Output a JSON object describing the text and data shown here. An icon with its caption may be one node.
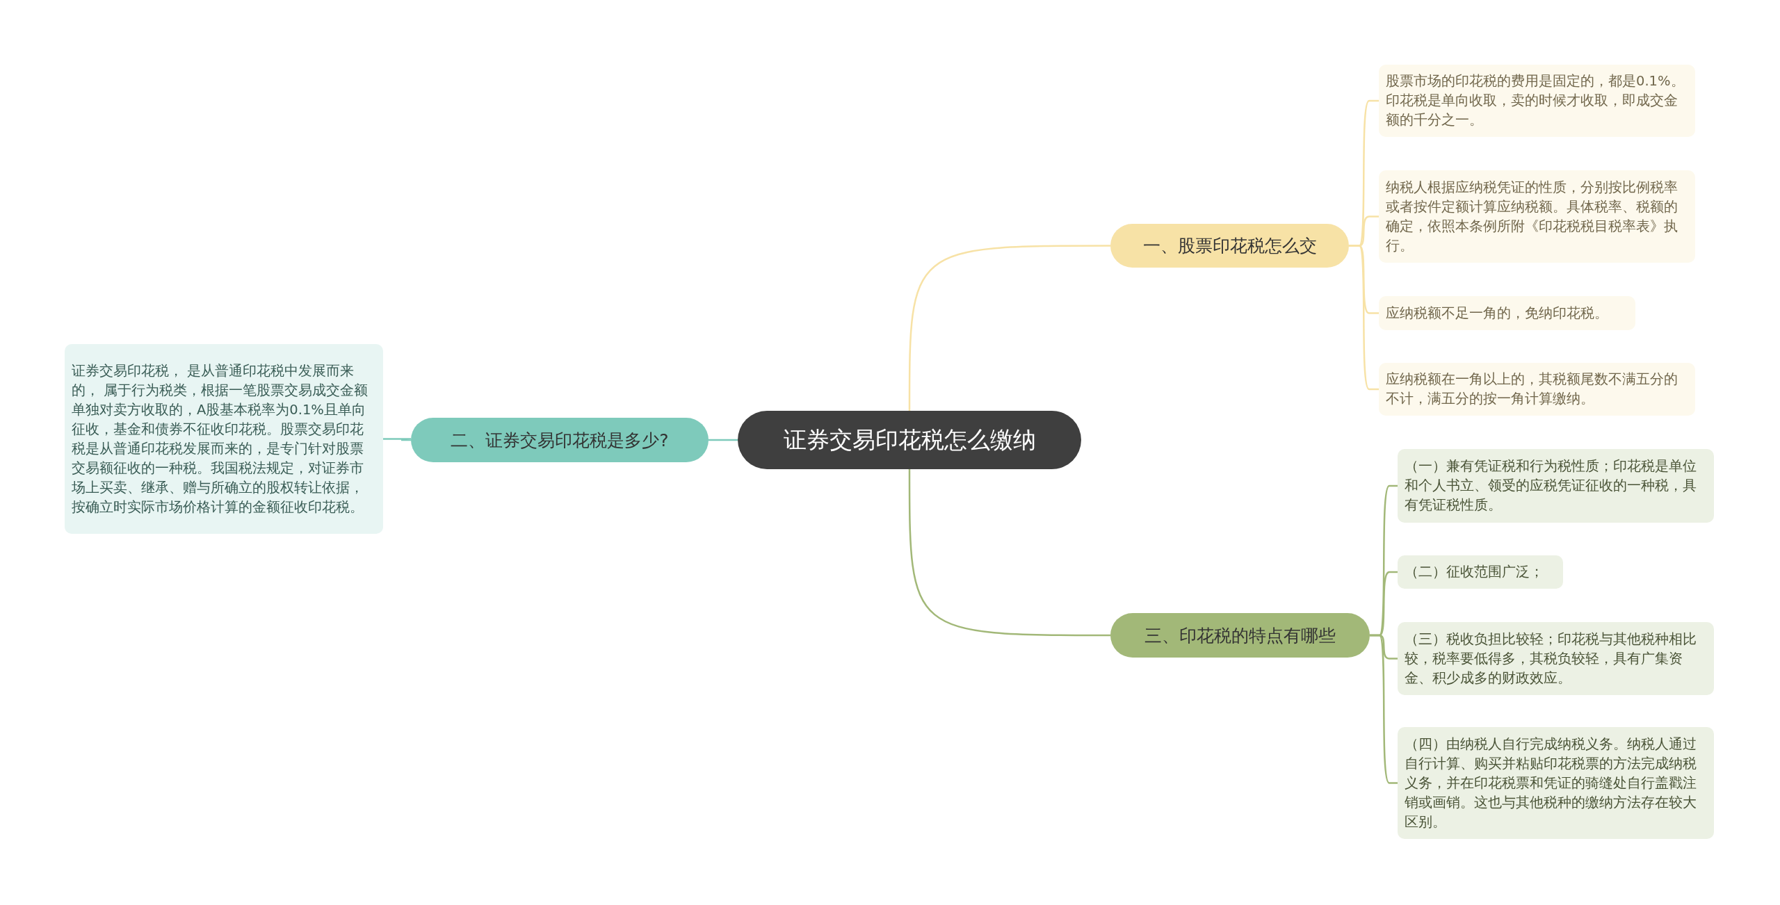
{
  "diagram": {
    "nodes": [
      {
        "text": [
          "证券交易印花税怎么缴纳"
        ]
      },
      {
        "text": [
          "一、股票印花税怎么交"
        ]
      },
      {
        "text": [
          "股票市场的印花税的费用是固定的，都是0.1%。印花税是单向收取，卖的时候才收取，即成交金额的千分之一。"
        ]
      },
      {
        "text": [
          "纳税人根据应纳税凭证的性质，分别按比例税率或者按件定额计算应纳税额。具体税率、税额的确定，依照本条例所附《印花税税目税率表》执行。"
        ]
      },
      {
        "text": [
          "应纳税额不足一角的，免纳印花税。"
        ]
      },
      {
        "text": [
          "应纳税额在一角以上的，其税额尾数不满五分的不计，满五分的按一角计算缴纳。"
        ]
      },
      {
        "text": [
          "二、证券交易印花税是多少?"
        ]
      },
      {
        "text": [
          "证券交易印花税， 是从普通印花税中发展而来的， 属于行为税类，根据一笔股票交易成交金额单独对卖方收取的，A股基本税率为0.1%且单向征收，基金和债券不征收印花税。股票交易印花税是从普通印花税发展而来的，是专门针对股票交易额征收的一种税。我国税法规定，对证券市场上买卖、继承、赠与所确立的股权转让依据，按确立时实际市场价格计算的金额征收印花税。"
        ]
      },
      {
        "text": [
          "三、印花税的特点有哪些"
        ]
      },
      {
        "text": [
          "（一）兼有凭证税和行为税性质；印花税是单位和个人书立、领受的应税凭证征收的一种税，具有凭证税性质。"
        ]
      },
      {
        "text": [
          "（二）征收范围广泛；"
        ]
      },
      {
        "text": [
          "（三）税收负担比较轻；印花税与其他税种相比较，税率要低得多，其税负较轻，具有广集资金、积少成多的财政效应。"
        ]
      },
      {
        "text": [
          "（四）由纳税人自行完成纳税义务。纳税人通过自行计算、购买并粘贴印花税票的方法完成纳税义务，并在印花税票和凭证的骑缝处自行盖戳注销或画销。这也与其他税种的缴纳方法存在较大区别。"
        ]
      }
    ],
    "edges": [
      {
        "from": 0,
        "to": 1,
        "arrow": "none",
        "color": "#f7e2a6"
      },
      {
        "from": 1,
        "to": 2,
        "arrow": "none",
        "color": "#f7e2a6"
      },
      {
        "from": 1,
        "to": 3,
        "arrow": "none",
        "color": "#f7e2a6"
      },
      {
        "from": 1,
        "to": 4,
        "arrow": "none",
        "color": "#f7e2a6"
      },
      {
        "from": 1,
        "to": 5,
        "arrow": "none",
        "color": "#f7e2a6"
      },
      {
        "from": 0,
        "to": 6,
        "arrow": "none",
        "color": "#7ecabb"
      },
      {
        "from": 6,
        "to": 7,
        "arrow": "none",
        "color": "#7ecabb"
      },
      {
        "from": 0,
        "to": 8,
        "arrow": "none",
        "color": "#a2b878"
      },
      {
        "from": 8,
        "to": 9,
        "arrow": "none",
        "color": "#a2b878"
      },
      {
        "from": 8,
        "to": 10,
        "arrow": "none",
        "color": "#a2b878"
      },
      {
        "from": 8,
        "to": 11,
        "arrow": "none",
        "color": "#a2b878"
      },
      {
        "from": 8,
        "to": 12,
        "arrow": "none",
        "color": "#a2b878"
      }
    ]
  }
}
